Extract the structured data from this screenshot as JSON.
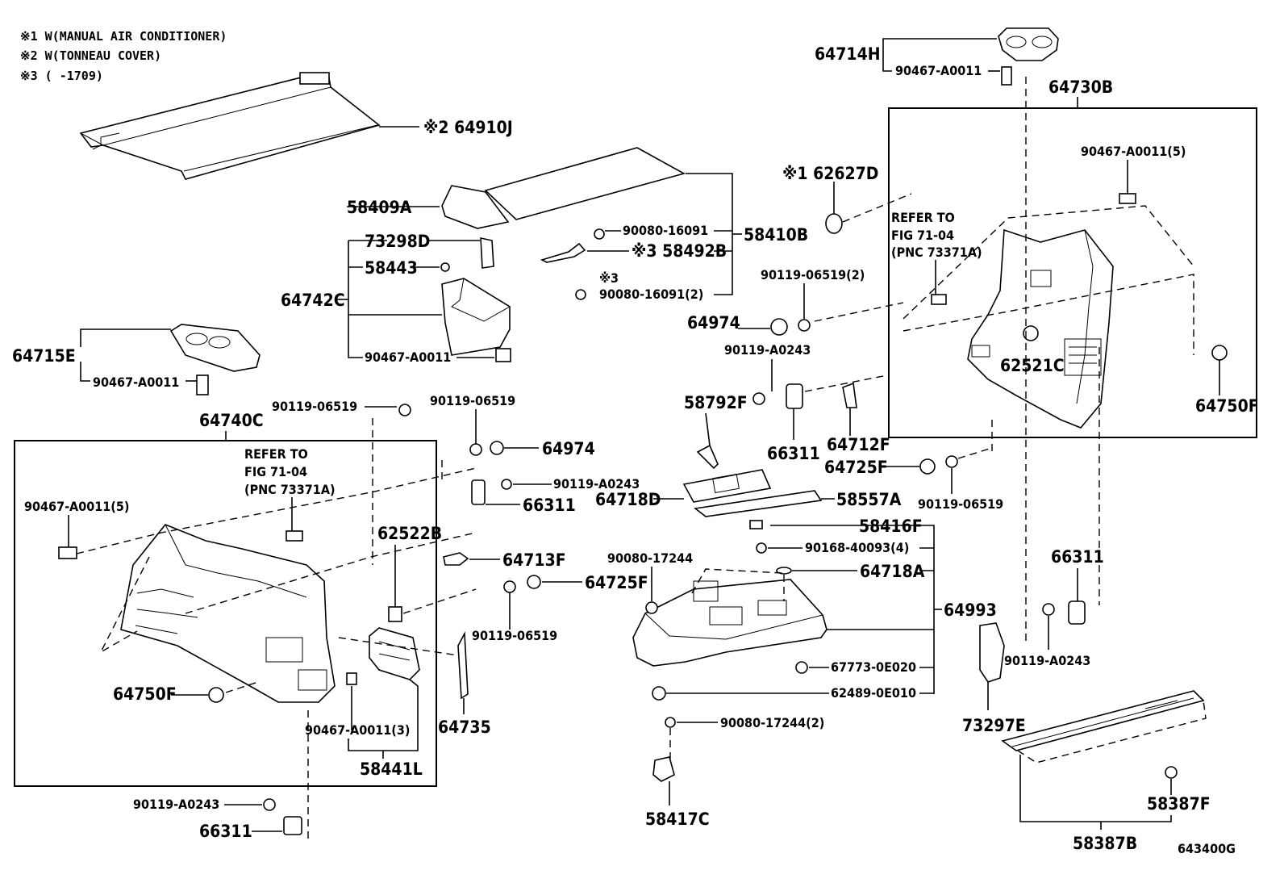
{
  "notes": {
    "n1": "※1 W(MANUAL AIR CONDITIONER)",
    "n2": "※2 W(TONNEAU COVER)",
    "n3": "※3 (        -1709)"
  },
  "labels": {
    "p64714H": "64714H",
    "p90467_a": "90467-A0011",
    "p64730B": "64730B",
    "p64910J": "※2 64910J",
    "p62627D": "※1 62627D",
    "p58409A": "58409A",
    "p90080_16091": "90080-16091",
    "p58410B": "58410B",
    "p73298D": "73298D",
    "p58492B": "※3 58492B",
    "p58443": "58443",
    "p64742C": "64742C",
    "p_x3": "※3",
    "p90080_16091_2": "90080-16091(2)",
    "p90119_06519_2": "90119-06519(2)",
    "p64974_a": "64974",
    "p90119_A0243_a": "90119-A0243",
    "p90467_b": "90467-A0011",
    "p64715E": "64715E",
    "p90467_c": "90467-A0011",
    "p90119_06519_a": "90119-06519",
    "p90119_06519_b": "90119-06519",
    "p64740C": "64740C",
    "p64974_b": "64974",
    "p58792F": "58792F",
    "p66311_a": "66311",
    "p64712F": "64712F",
    "p64725F_a": "64725F",
    "p90119_06519_c": "90119-06519",
    "p90119_A0243_b": "90119-A0243",
    "p66311_b": "66311",
    "p64718D": "64718D",
    "p58557A": "58557A",
    "p90467_5_left": "90467-A0011(5)",
    "p58416F": "58416F",
    "p90168": "90168-40093(4)",
    "p62522B": "62522B",
    "p64713F": "64713F",
    "p90080_17244": "90080-17244",
    "p64718A": "64718A",
    "p66311_c": "66311",
    "p64725F_b": "64725F",
    "p64993": "64993",
    "p90119_06519_d": "90119-06519",
    "p90119_A0243_c": "90119-A0243",
    "p67773": "67773-0E020",
    "p62489": "62489-0E010",
    "p64750F_left": "64750F",
    "p90467_3": "90467-A0011(3)",
    "p64735": "64735",
    "p58441L": "58441L",
    "p73297E": "73297E",
    "p90080_17244_2": "90080-17244(2)",
    "p90119_A0243_d": "90119-A0243",
    "p66311_d": "66311",
    "p58417C": "58417C",
    "p58387F": "58387F",
    "p58387B": "58387B",
    "p90467_5_right": "90467-A0011(5)",
    "p62521C": "62521C",
    "p64750F_right": "64750F"
  },
  "refer_left": {
    "line1": "REFER TO",
    "line2": "FIG 71-04",
    "line3": "(PNC 73371A)"
  },
  "refer_right": {
    "line1": "REFER TO",
    "line2": "FIG 71-04",
    "line3": "(PNC 73371A)"
  },
  "figure_code": "643400G"
}
